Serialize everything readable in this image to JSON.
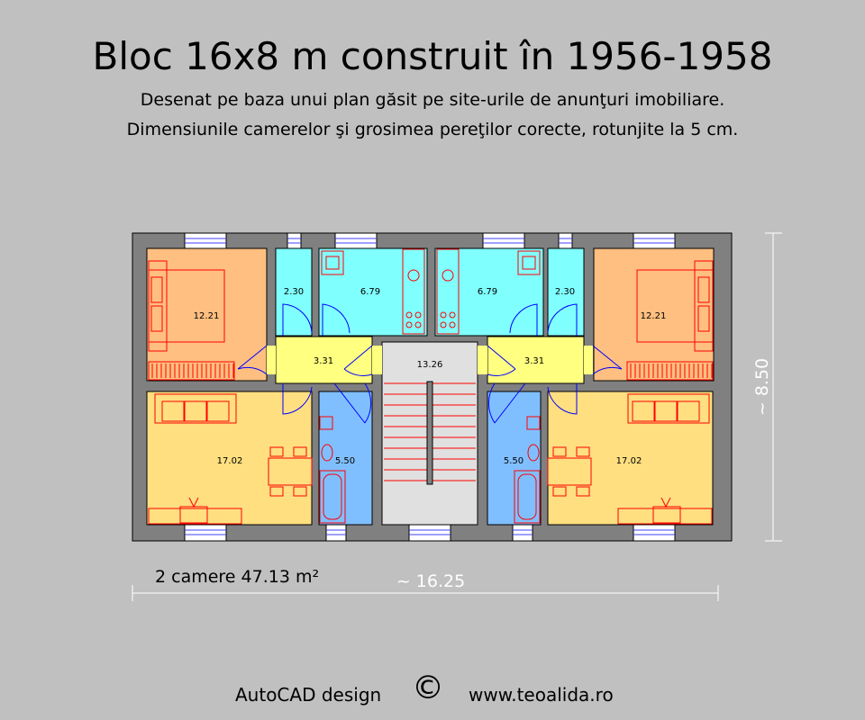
{
  "title": "Bloc 16x8 m construit în 1956-1958",
  "subtitle1": "Desenat pe baza unui plan găsit pe site-urile de anunţuri imobiliare.",
  "subtitle2": "Dimensiunile camerelor şi grosimea pereţilor corecte, rotunjite la 5 cm.",
  "summary": "2 camere 47.13 m²",
  "dim_horizontal": "~ 16.25",
  "dim_vertical": "~ 8.50",
  "footer_left": "AutoCAD design",
  "copyright_symbol": "©",
  "footer_right": "www.teoalida.ro",
  "rooms": {
    "bedroom_left": "12.21",
    "bedroom_right": "12.21",
    "storage_left": "2.30",
    "storage_right": "2.30",
    "kitchen_left": "6.79",
    "kitchen_right": "6.79",
    "hall_left": "3.31",
    "hall_right": "3.31",
    "stair": "13.26",
    "living_left": "17.02",
    "living_right": "17.02",
    "bath_left": "5.50",
    "bath_right": "5.50"
  },
  "colors": {
    "background": "#c0c0c0",
    "wall": "#808080",
    "bedroom": "#ffbf80",
    "living": "#ffdf80",
    "kitchen": "#80ffff",
    "hall": "#ffff80",
    "bath": "#80bfff",
    "stair": "#e0e0e0",
    "furniture": "#ff0000",
    "door": "#0000ff"
  }
}
